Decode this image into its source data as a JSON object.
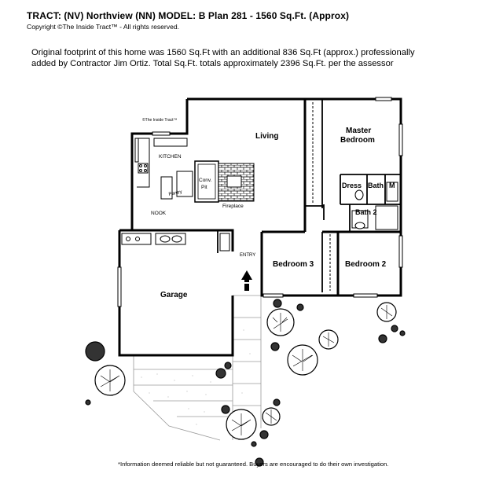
{
  "header": {
    "title": "TRACT: (NV) Northview (NN)   MODEL: B Plan 281  -  1560 Sq.Ft. (Approx)",
    "copyright": "Copyright  ©The Inside Tract™ - All rights reserved."
  },
  "description": "Original footprint of this home was 1560 Sq.Ft with an additional 836 Sq.Ft (approx.) professionally added by Contractor Jim Ortiz. Total Sq.Ft. totals approximately 2396 Sq.Ft. per the assessor",
  "plan": {
    "watermark": "©The Inside Tract™",
    "rooms": {
      "living": "Living",
      "master_line1": "Master",
      "master_line2": "Bedroom",
      "kitchen": "KITCHEN",
      "conv_pit_line1": "Conv.",
      "conv_pit_line2": "Pit",
      "pantry": "Pantry",
      "nook": "NOOK",
      "fireplace": "Fireplace",
      "dress": "Dress",
      "bath": "Bath",
      "m": "M",
      "bath2": "Bath 2",
      "entry": "ENTRY",
      "bedroom3": "Bedroom 3",
      "bedroom2": "Bedroom 2",
      "garage": "Garage"
    }
  },
  "disclaimer": "*Information deemed reliable but not guaranteed. Buyers are encouraged to do their own investigation."
}
